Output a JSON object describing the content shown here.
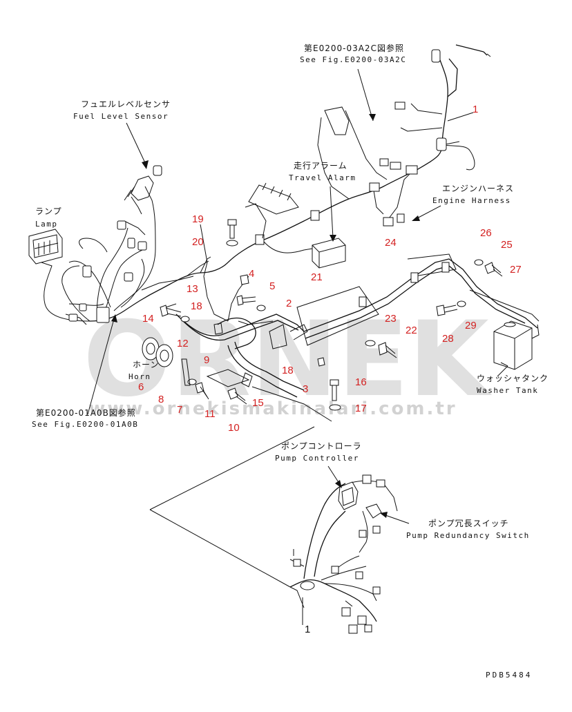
{
  "watermark": {
    "brand": "ORNEK",
    "url": "www.ornekismakinalari.com.tr",
    "color": "#dcdcdc"
  },
  "labels": {
    "fig_top_jp": "第E0200-03A2C図参照",
    "fig_top_en": "See Fig.E0200-03A2C",
    "fuel_jp": "フュエルレベルセンサ",
    "fuel_en": "Fuel Level Sensor",
    "lamp_jp": "ランプ",
    "lamp_en": "Lamp",
    "travel_jp": "走行アラーム",
    "travel_en": "Travel Alarm",
    "engine_jp": "エンジンハーネス",
    "engine_en": "Engine Harness",
    "horn_jp": "ホーン",
    "horn_en": "Horn",
    "fig_bottom_jp": "第E0200-01A0B図参照",
    "fig_bottom_en": "See Fig.E0200-01A0B",
    "washer_jp": "ウォッシャタンク",
    "washer_en": "Washer Tank",
    "pump_ctrl_jp": "ポンプコントローラ",
    "pump_ctrl_en": "Pump Controller",
    "pump_sw_jp": "ポンプ冗長スイッチ",
    "pump_sw_en": "Pump Redundancy Switch"
  },
  "part_numbers": [
    "1",
    "2",
    "3",
    "4",
    "5",
    "6",
    "7",
    "8",
    "9",
    "10",
    "11",
    "12",
    "13",
    "14",
    "15",
    "16",
    "17",
    "18",
    "18",
    "19",
    "20",
    "21",
    "22",
    "23",
    "24",
    "25",
    "26",
    "27",
    "28",
    "29",
    "1"
  ],
  "part_number_color": "#d32020",
  "drawing_code": "PDB5484"
}
